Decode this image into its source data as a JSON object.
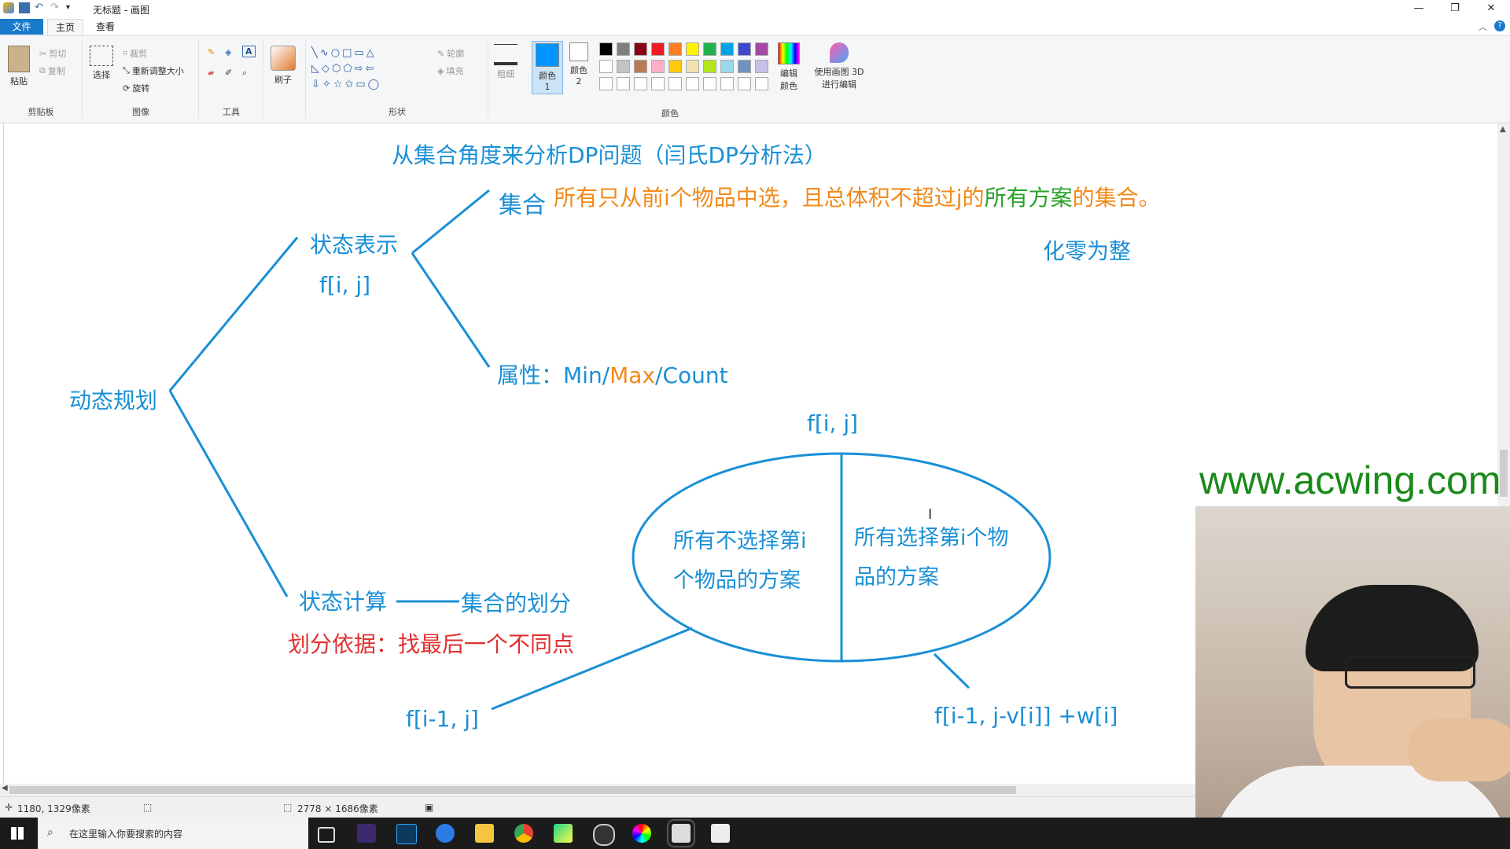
{
  "window": {
    "title": "无标题 - 画图"
  },
  "menu": {
    "file": "文件",
    "tabs": [
      "主页",
      "查看"
    ]
  },
  "ribbon": {
    "clipboard": {
      "paste": "粘贴",
      "cut": "剪切",
      "copy": "复制",
      "label": "剪贴板"
    },
    "image": {
      "select": "选择",
      "crop": "裁剪",
      "resize": "重新调整大小",
      "rotate": "旋转",
      "label": "图像"
    },
    "tools": {
      "label": "工具"
    },
    "brushes": {
      "label": "刷子"
    },
    "shapes": {
      "outline": "轮廓",
      "fill": "填充",
      "label": "形状"
    },
    "size": {
      "label": "粗细"
    },
    "color1": {
      "label": "颜色 1"
    },
    "color2": {
      "label": "颜色 2"
    },
    "edit_colors": {
      "label": "编辑颜色"
    },
    "paint3d": {
      "label": "使用画图 3D 进行编辑"
    },
    "colors": {
      "label": "颜色"
    }
  },
  "palette": {
    "row1": [
      "#000000",
      "#7f7f7f",
      "#880015",
      "#ed1c24",
      "#ff7f27",
      "#fff200",
      "#22b14c",
      "#00a2e8",
      "#3f48cc",
      "#a349a4"
    ],
    "row2": [
      "#ffffff",
      "#c3c3c3",
      "#b97a57",
      "#ffaec9",
      "#ffc90e",
      "#efe4b0",
      "#b5e61d",
      "#99d9ea",
      "#7092be",
      "#c8bfe7"
    ],
    "color1": "#0095ff",
    "color2": "#ffffff"
  },
  "status": {
    "cursor_pos": "1180, 1329像素",
    "canvas_size": "2778 × 1686像素"
  },
  "taskbar": {
    "search_placeholder": "在这里输入你要搜索的内容"
  },
  "diagram": {
    "heading": "从集合角度来分析DP问题（闫氏DP分析法）",
    "root": "动态规划",
    "state_repr": "状态表示",
    "state_fn": "f[i, j]",
    "set_label": "集合",
    "set_desc_part1": "所有只从前i个物品中选，且总体积不超过j的",
    "set_desc_part2": "所有方案",
    "set_desc_part3": "的集合。",
    "zero_to_whole": "化零为整",
    "attr_label": "属性：Min/",
    "attr_max": "Max",
    "attr_count": "/Count",
    "state_calc": "状态计算",
    "dash": "———",
    "set_partition": "集合的划分",
    "partition_basis": "划分依据：找最后一个不同点",
    "ellipse_top": "f[i, j]",
    "left_half_line1": "所有不选择第i",
    "left_half_line2": "个物品的方案",
    "right_half_line1": "所有选择第i个物",
    "right_half_line2": "品的方案",
    "left_result": "f[i-1, j]",
    "right_result": "f[i-1, j-v[i]]  +w[i]"
  },
  "watermark": "www.acwing.com",
  "colors": {
    "blue": "#1a8fd6",
    "orange": "#f28a1a",
    "green": "#2aa02a",
    "red": "#e03030"
  }
}
